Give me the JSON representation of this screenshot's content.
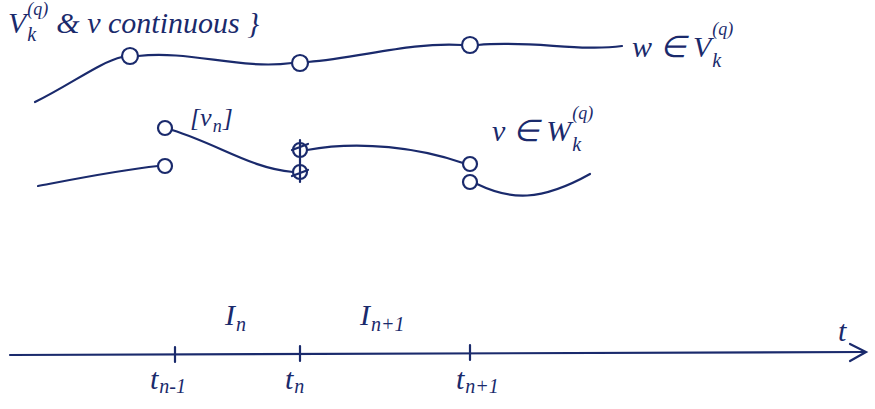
{
  "diagram": {
    "labels": [
      "V",
      "k",
      "(q)",
      "& v continuous }",
      "w ∈ V",
      "k",
      "(q)",
      "[v",
      "n",
      "]",
      "v ∈ W",
      "k",
      "(q)",
      "I",
      "n",
      "I",
      "n+1",
      "t",
      "n-1",
      "t",
      "n",
      "t",
      "n+1",
      "t"
    ]
  }
}
